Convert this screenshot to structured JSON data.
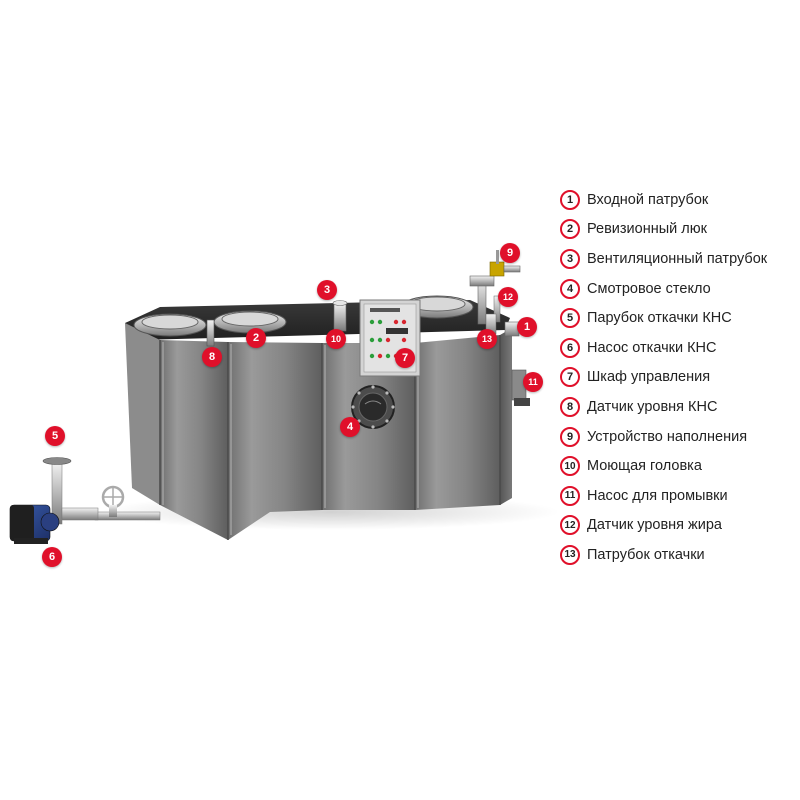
{
  "accent_color": "#e0102a",
  "equipment_image": "grease separator tank with pipes, pump, valves and control cabinet",
  "markers": [
    "1",
    "2",
    "3",
    "4",
    "5",
    "6",
    "7",
    "8",
    "9",
    "10",
    "11",
    "12",
    "13"
  ],
  "legend": [
    {
      "num": "1",
      "label": "Входной патрубок"
    },
    {
      "num": "2",
      "label": "Ревизионный люк"
    },
    {
      "num": "3",
      "label": "Вентиляционный патрубок"
    },
    {
      "num": "4",
      "label": "Смотровое стекло"
    },
    {
      "num": "5",
      "label": "Парубок откачки КНС"
    },
    {
      "num": "6",
      "label": "Насос откачки КНС"
    },
    {
      "num": "7",
      "label": "Шкаф управления"
    },
    {
      "num": "8",
      "label": "Датчик уровня КНС"
    },
    {
      "num": "9",
      "label": "Устройство наполнения"
    },
    {
      "num": "10",
      "label": "Моющая головка"
    },
    {
      "num": "11",
      "label": "Насос для промывки"
    },
    {
      "num": "12",
      "label": "Датчик уровня жира"
    },
    {
      "num": "13",
      "label": "Патрубок откачки"
    }
  ]
}
